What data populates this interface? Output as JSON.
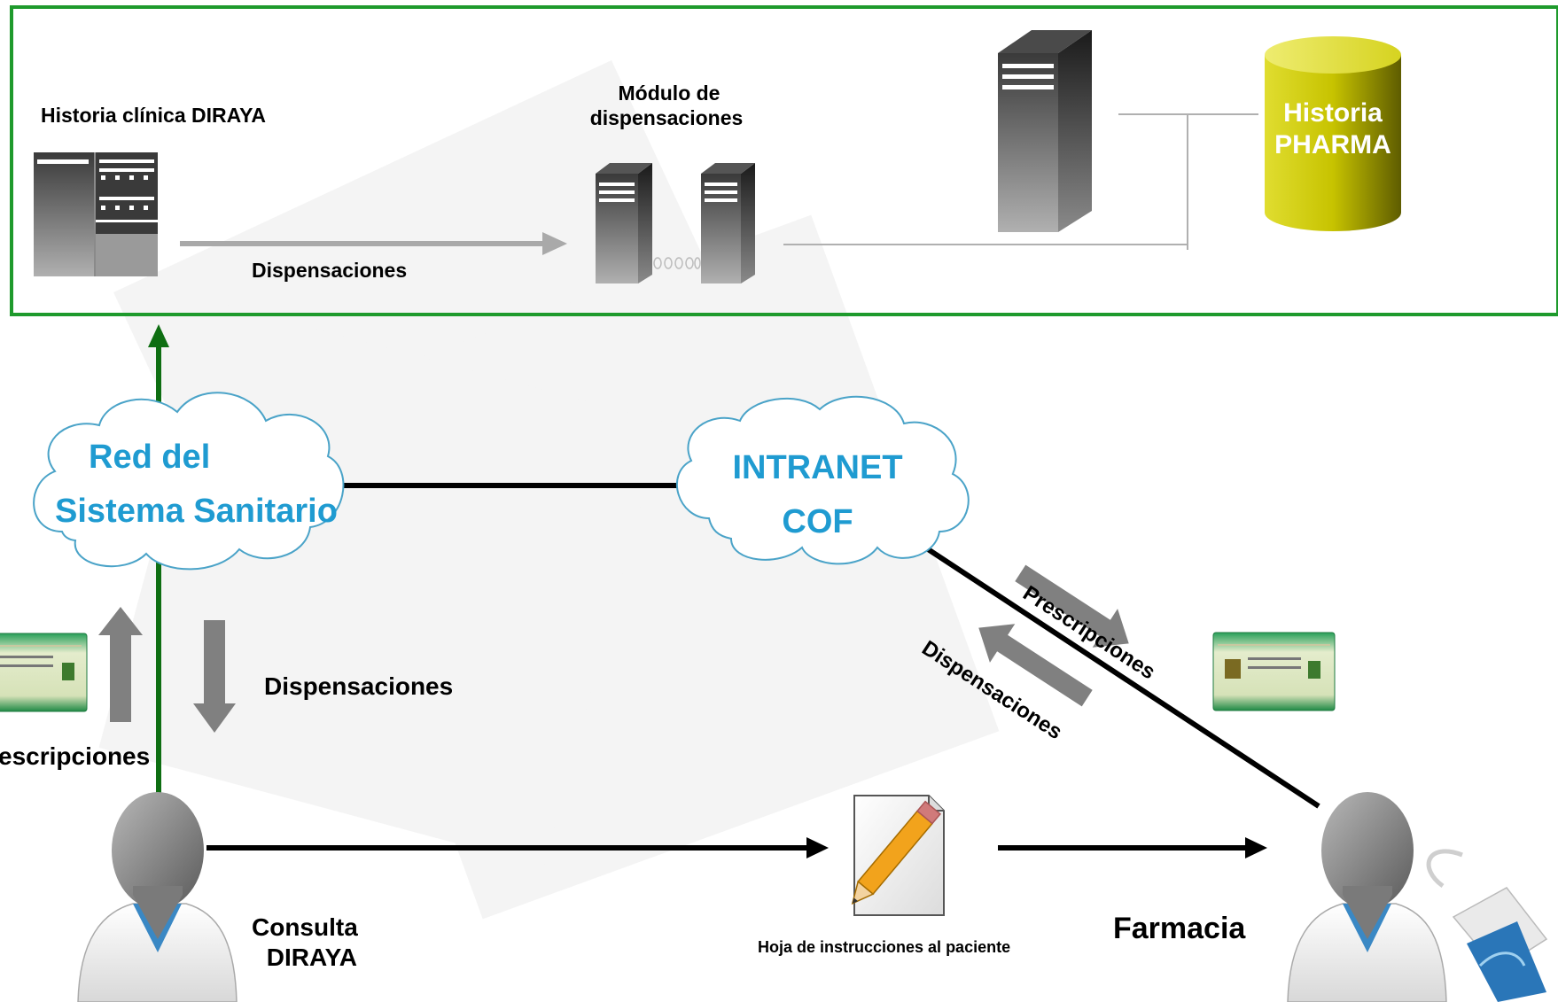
{
  "system_box": {
    "historia_label": "Historia clínica DIRAYA",
    "modulo_label_line1": "Módulo de",
    "modulo_label_line2": "dispensaciones",
    "dispensaciones_arrow_label": "Dispensaciones",
    "pharma_line1": "Historia",
    "pharma_line2": "PHARMA"
  },
  "clouds": {
    "red_line1": "Red del",
    "red_line2": "Sistema Sanitario",
    "intranet_line1": "INTRANET",
    "intranet_line2": "COF"
  },
  "flows": {
    "left_dispensaciones": "Dispensaciones",
    "left_prescripciones": "escripciones",
    "right_prescripciones": "Prescripciones",
    "right_dispensaciones": "Dispensaciones",
    "consulta_line1": "Consulta",
    "consulta_line2": "DIRAYA",
    "hoja_label": "Hoja  de instrucciones al paciente",
    "farmacia_label": "Farmacia"
  },
  "colors": {
    "box_border": "#1e9a2c",
    "green_arrow": "#0e6e12",
    "cloud_text": "#1f9bd1",
    "pharma_cylinder": "#c7c300",
    "gray_arrow": "#808080"
  }
}
